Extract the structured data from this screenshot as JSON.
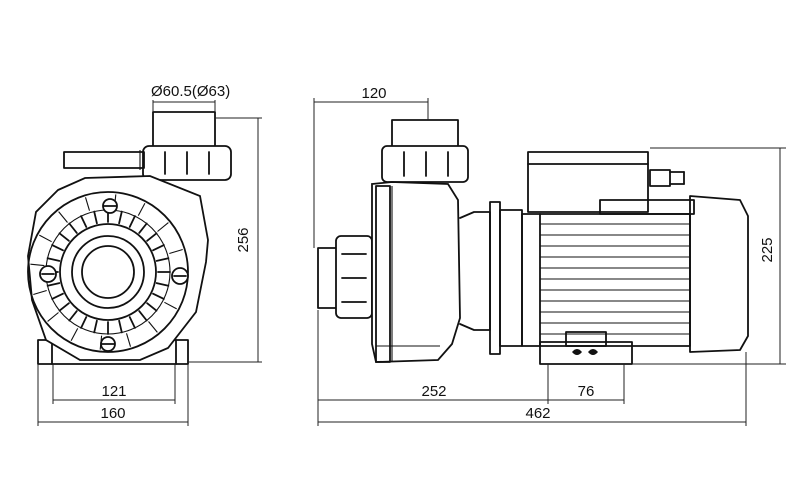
{
  "dimensions": {
    "port_diameter": "Ø60.5(Ø63)",
    "front_height": "256",
    "front_inner_width": "121",
    "front_outer_width": "160",
    "side_inlet_offset": "120",
    "side_height": "225",
    "side_mid_length": "252",
    "side_foot_width": "76",
    "side_total_length": "462"
  }
}
